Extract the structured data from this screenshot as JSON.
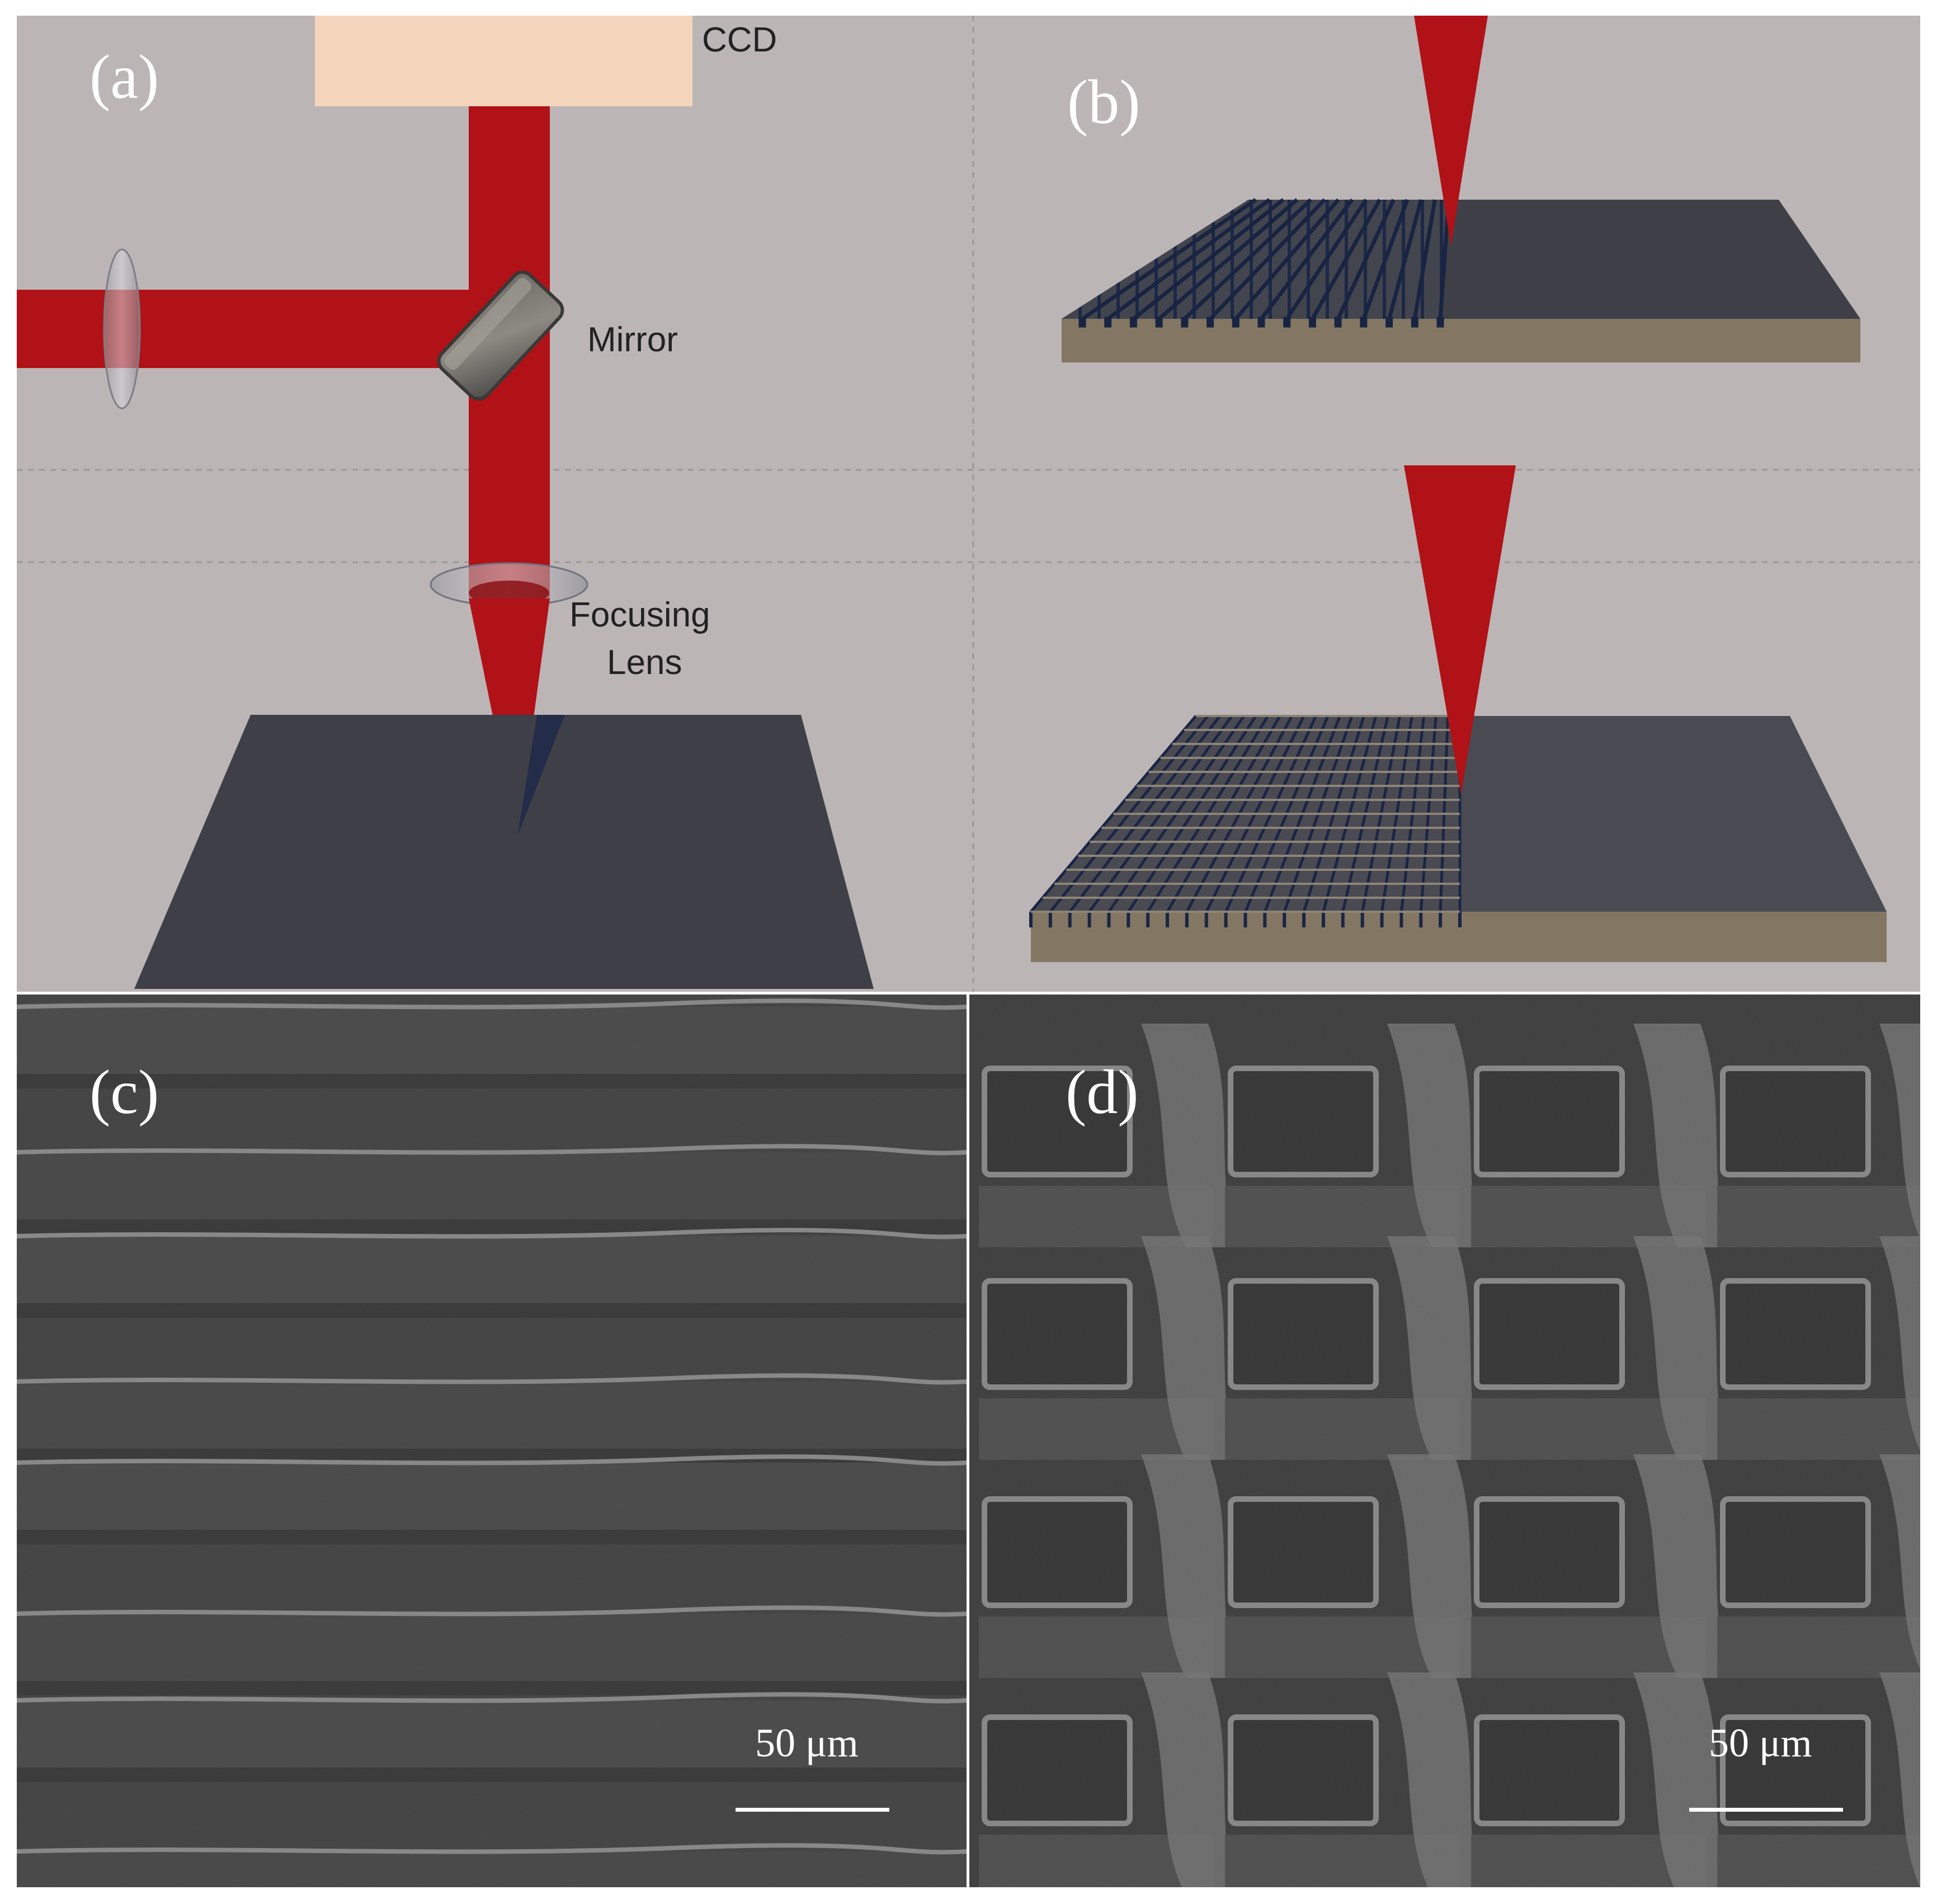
{
  "panels": {
    "a": {
      "label": "(a)",
      "labels": {
        "ccd": "CCD",
        "mirror": "Mirror",
        "lens_line1": "Focusing",
        "lens_line2": "Lens"
      }
    },
    "b": {
      "label": "(b)"
    },
    "c": {
      "label": "(c)",
      "scale_bar": "50 μm"
    },
    "d": {
      "label": "(d)",
      "scale_bar": "50 μm"
    }
  },
  "colors": {
    "background_render": "#bcb5b6",
    "beam": "#b01217",
    "ccd": "#f4d5bb",
    "sample_top": "#3f4047",
    "substrate_side": "#837763",
    "sem_base": "#3a3a3a"
  }
}
